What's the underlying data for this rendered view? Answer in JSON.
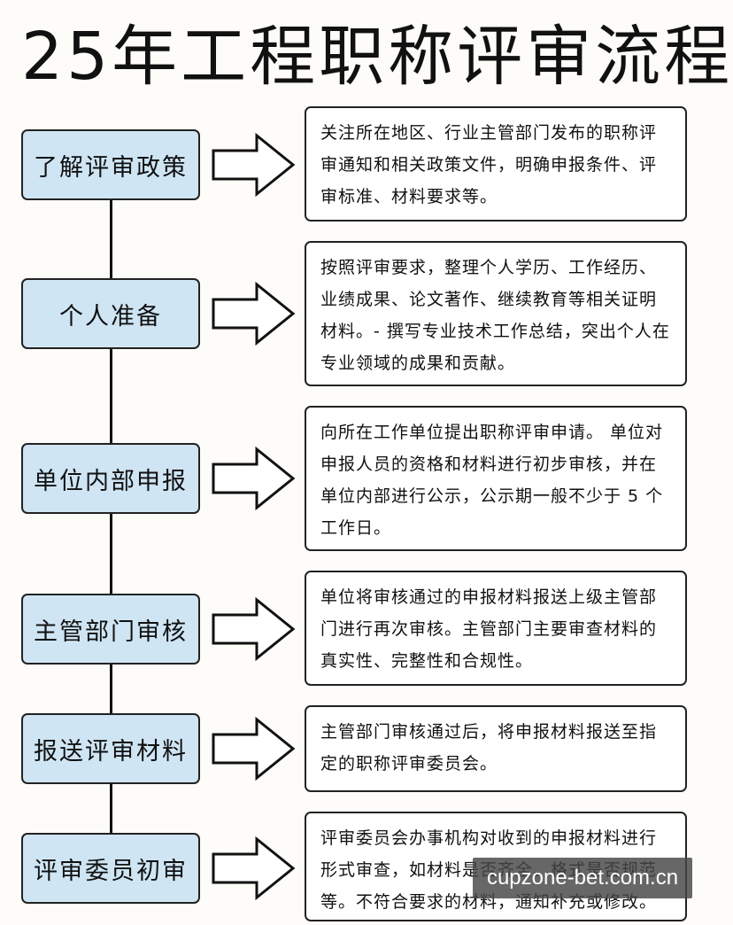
{
  "title": "25年工程职称评审流程",
  "steps": [
    {
      "label": "了解评审政策",
      "desc": "关注所在地区、行业主管部门发布的职称评审通知和相关政策文件，明确申报条件、评审标准、材料要求等。"
    },
    {
      "label": "个人准备",
      "desc": "按照评审要求，整理个人学历、工作经历、业绩成果、论文著作、继续教育等相关证明材料。- 撰写专业技术工作总结，突出个人在专业领域的成果和贡献。"
    },
    {
      "label": "单位内部申报",
      "desc": "向所在工作单位提出职称评审申请。 单位对申报人员的资格和材料进行初步审核，并在单位内部进行公示，公示期一般不少于 5 个工作日。"
    },
    {
      "label": "主管部门审核",
      "desc": "单位将审核通过的申报材料报送上级主管部门进行再次审核。主管部门主要审查材料的真实性、完整性和合规性。"
    },
    {
      "label": "报送评审材料",
      "desc": " 主管部门审核通过后，将申报材料报送至指定的职称评审委员会。"
    },
    {
      "label": "评审委员初审",
      "desc": "评审委员会办事机构对收到的申报材料进行形式审查，如材料是否齐全、格式是否规范等。不符合要求的材料，通知补充或修改。"
    }
  ],
  "watermark": "cupzone-bet.com.cn"
}
